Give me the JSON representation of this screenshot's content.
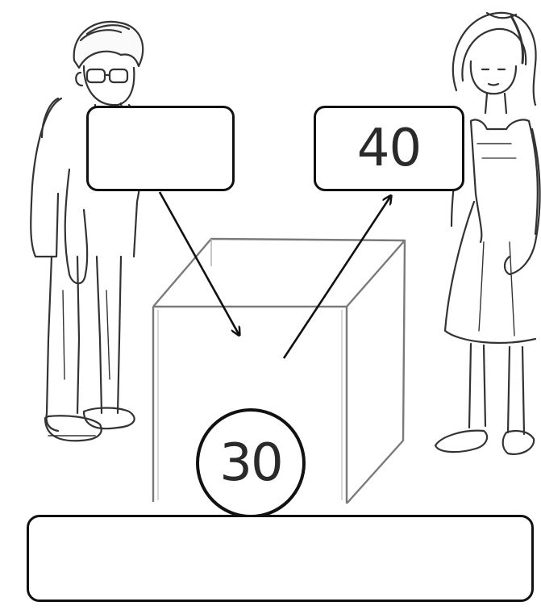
{
  "diagram": {
    "input_value": "",
    "output_value": "40",
    "rule_value": "30",
    "answer_value": ""
  },
  "icons": [
    "boy-figure",
    "girl-figure",
    "function-machine-box",
    "input-arrow",
    "output-arrow"
  ]
}
